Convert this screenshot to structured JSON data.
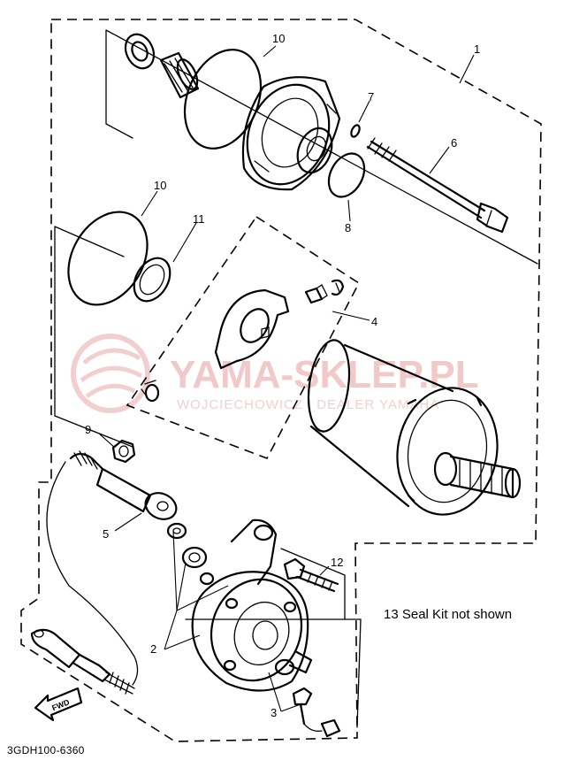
{
  "watermark": {
    "brand": "YAMA-SKLEP.PL",
    "subtitle": "WOJCIECHOWICZ | DEALER YAMAHA"
  },
  "callouts": [
    {
      "id": "c1",
      "label": "1"
    },
    {
      "id": "c2",
      "label": "2"
    },
    {
      "id": "c3",
      "label": "3"
    },
    {
      "id": "c4",
      "label": "4"
    },
    {
      "id": "c5",
      "label": "5"
    },
    {
      "id": "c6",
      "label": "6"
    },
    {
      "id": "c7",
      "label": "7"
    },
    {
      "id": "c8",
      "label": "8"
    },
    {
      "id": "c9",
      "label": "9"
    },
    {
      "id": "c10a",
      "label": "10"
    },
    {
      "id": "c10b",
      "label": "10"
    },
    {
      "id": "c11",
      "label": "11"
    },
    {
      "id": "c12",
      "label": "12"
    }
  ],
  "note": "13 Seal Kit not shown",
  "drawing_code": "3GDH100-6360",
  "fwd_label": "FWD"
}
